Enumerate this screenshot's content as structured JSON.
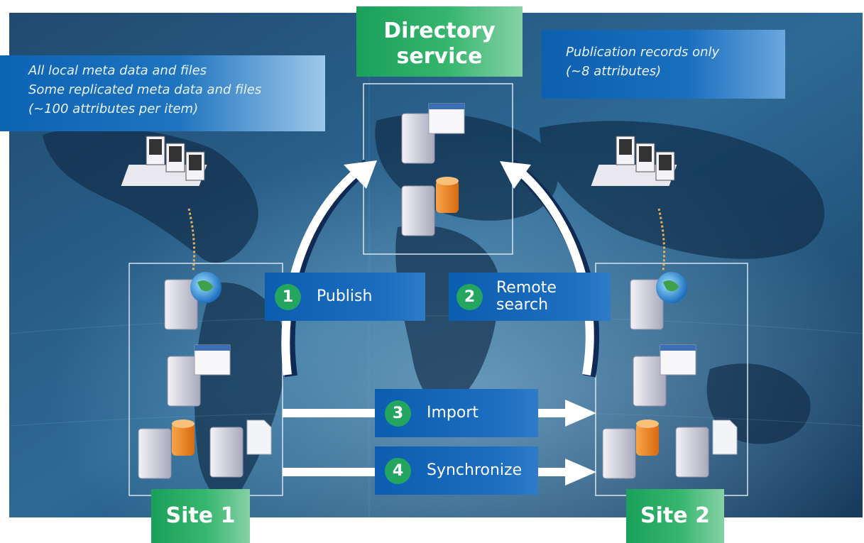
{
  "directory": {
    "title_line1": "Directory",
    "title_line2": "service"
  },
  "notes": {
    "left": [
      "All local meta data and files",
      "Some replicated meta data and files",
      "(~100 attributes per item)"
    ],
    "right": [
      "Publication records only",
      "(~8 attributes)"
    ]
  },
  "steps": [
    {
      "number": "1",
      "label": "Publish"
    },
    {
      "number": "2",
      "label_line1": "Remote",
      "label_line2": "search"
    },
    {
      "number": "3",
      "label": "Import"
    },
    {
      "number": "4",
      "label": "Synchronize"
    }
  ],
  "sites": {
    "site1": "Site 1",
    "site2": "Site 2"
  },
  "colors": {
    "green": "#24a660",
    "blue": "#0b5db0",
    "background": "#1b3f63"
  },
  "icons": [
    "server-icon",
    "window-icon",
    "database-icon",
    "globe-icon",
    "document-icon",
    "workstation-icon"
  ]
}
